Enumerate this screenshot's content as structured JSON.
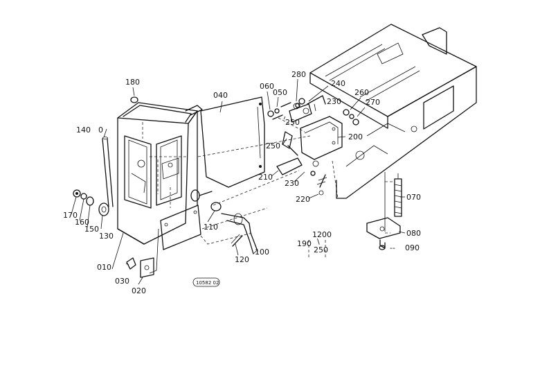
{
  "labels": [
    {
      "id": "010",
      "text": "010"
    },
    {
      "id": "020",
      "text": "020"
    },
    {
      "id": "030",
      "text": "030"
    },
    {
      "id": "040",
      "text": "040"
    },
    {
      "id": "050",
      "text": "050"
    },
    {
      "id": "060",
      "text": "060"
    },
    {
      "id": "070",
      "text": "070"
    },
    {
      "id": "080",
      "text": "080"
    },
    {
      "id": "090",
      "text": "090"
    },
    {
      "id": "100",
      "text": "100"
    },
    {
      "id": "110",
      "text": "110"
    },
    {
      "id": "120",
      "text": "120"
    },
    {
      "id": "130",
      "text": "130"
    },
    {
      "id": "140",
      "text": "140"
    },
    {
      "id": "150",
      "text": "150"
    },
    {
      "id": "160",
      "text": "160"
    },
    {
      "id": "170",
      "text": "170"
    },
    {
      "id": "180",
      "text": "180"
    },
    {
      "id": "190",
      "text": "190"
    },
    {
      "id": "200",
      "text": "200"
    },
    {
      "id": "210",
      "text": "210"
    },
    {
      "id": "220",
      "text": "220"
    },
    {
      "id": "230a",
      "text": "230"
    },
    {
      "id": "230b",
      "text": "230"
    },
    {
      "id": "240",
      "text": "240"
    },
    {
      "id": "250a",
      "text": "250"
    },
    {
      "id": "250b",
      "text": "250"
    },
    {
      "id": "260",
      "text": "260"
    },
    {
      "id": "270",
      "text": "270"
    },
    {
      "id": "280",
      "text": "280"
    },
    {
      "id": "1200",
      "text": "1200"
    },
    {
      "id": "1250",
      "text": "250"
    },
    {
      "id": "dash090",
      "text": "--"
    }
  ],
  "reference_stamp": "10582 02"
}
